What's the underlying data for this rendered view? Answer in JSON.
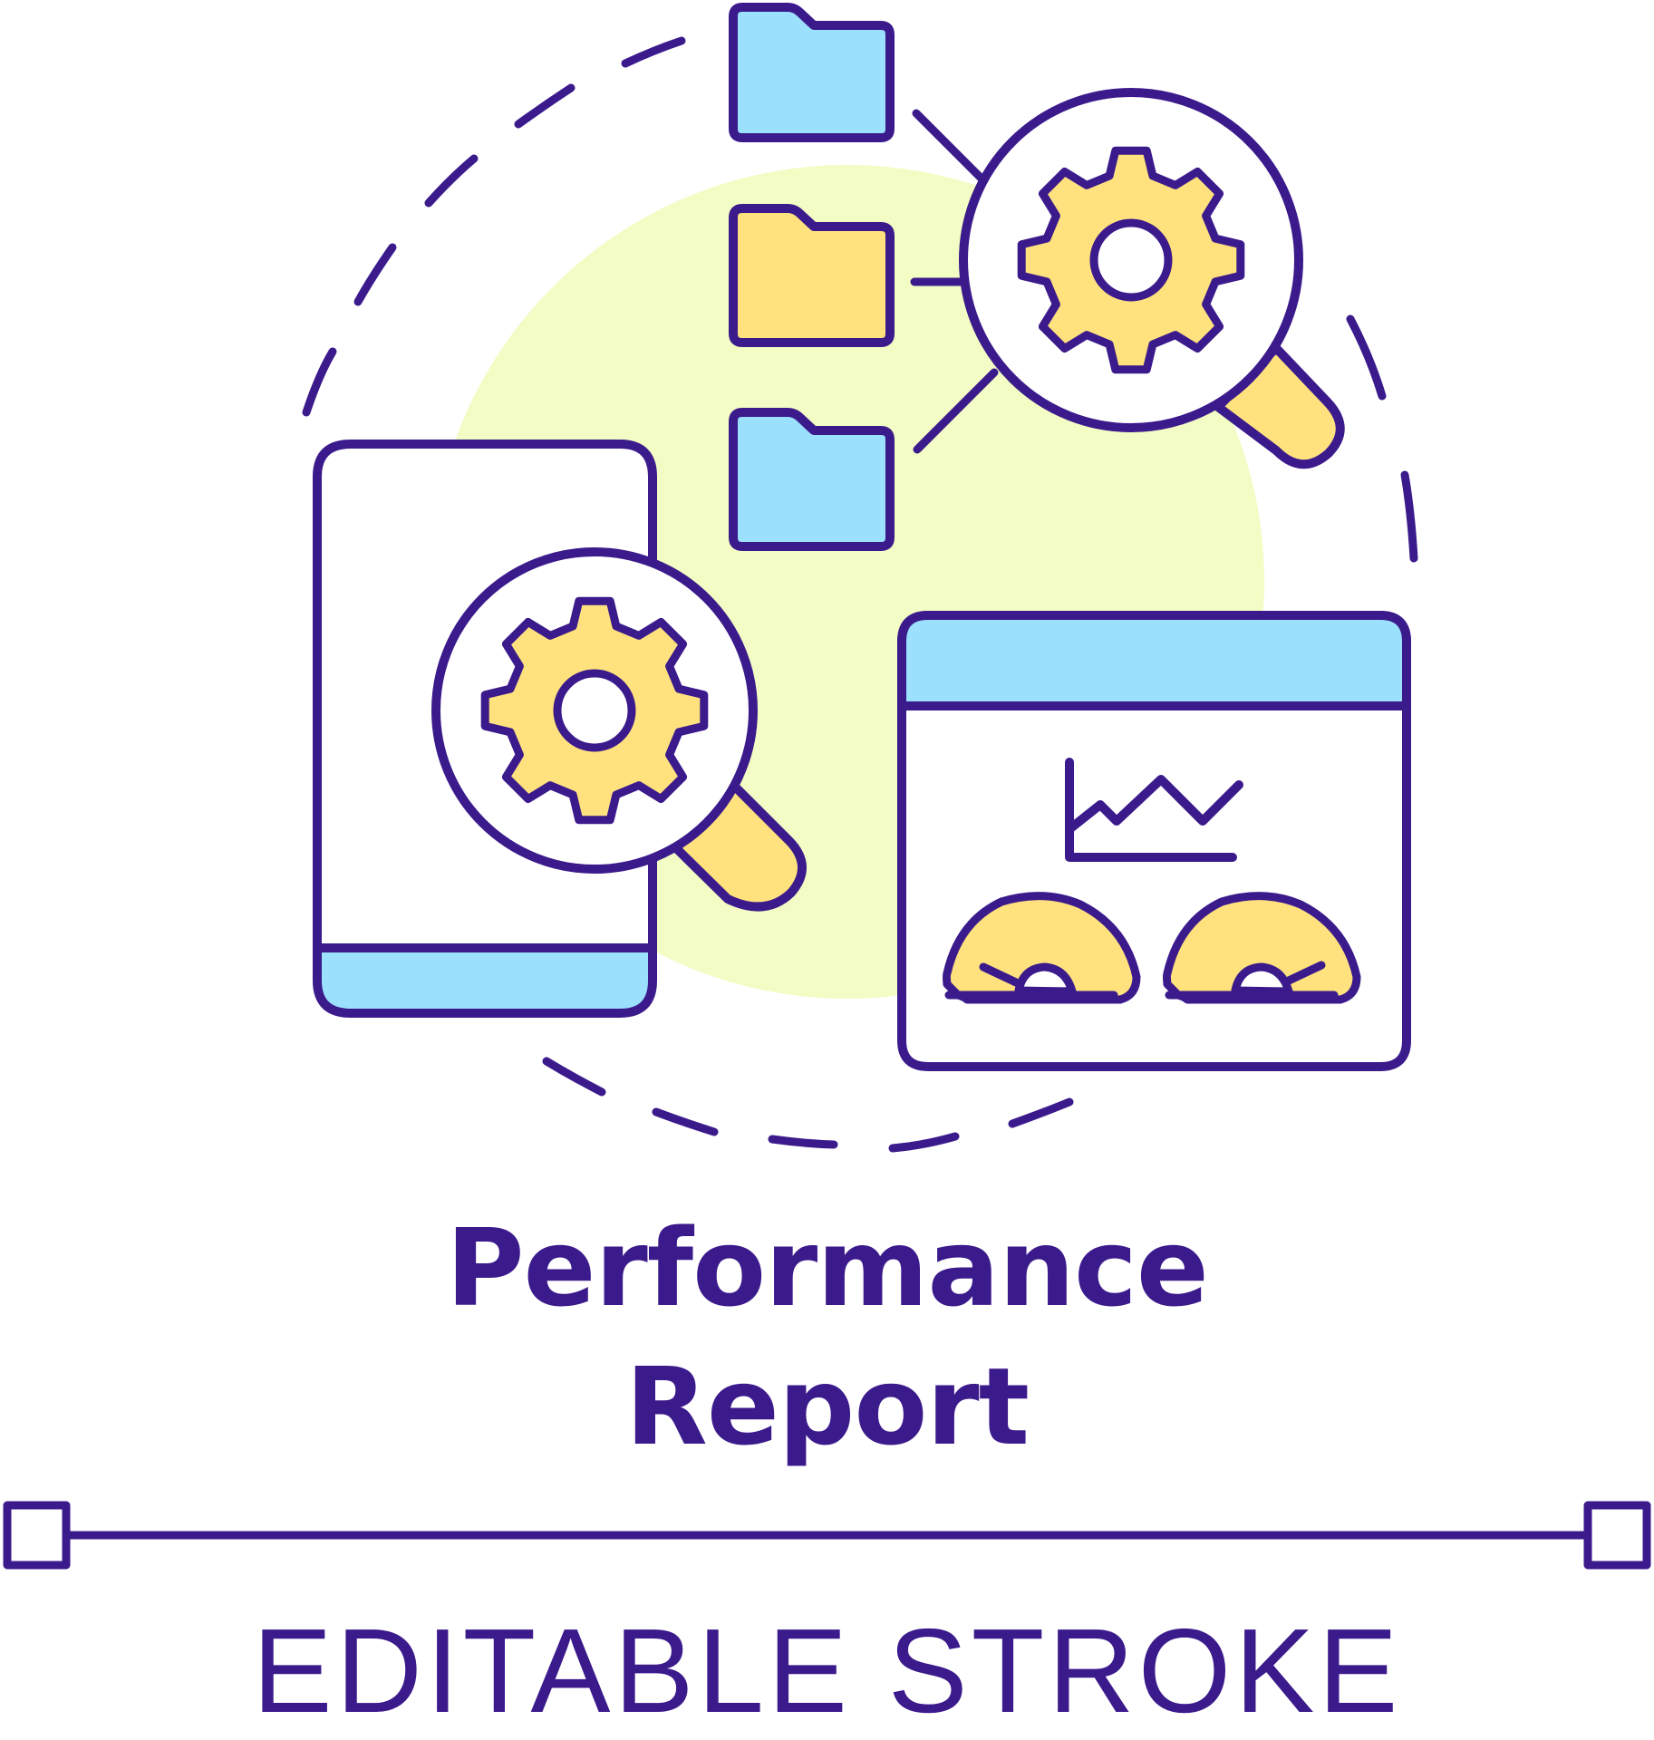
{
  "icon": {
    "title_lines": [
      "Performance",
      "Report"
    ],
    "footer": "EDITABLE STROKE",
    "symbols": [
      "folder-icon",
      "magnifier-icon",
      "gear-icon",
      "smartphone-icon",
      "browser-window-icon",
      "line-chart-icon",
      "gauge-icon"
    ]
  },
  "colors": {
    "ink": "#3b1a8c",
    "blue": "#9be1fd",
    "yellow": "#ffe27e",
    "lime": "#f2fcc4",
    "white": "#ffffff"
  }
}
